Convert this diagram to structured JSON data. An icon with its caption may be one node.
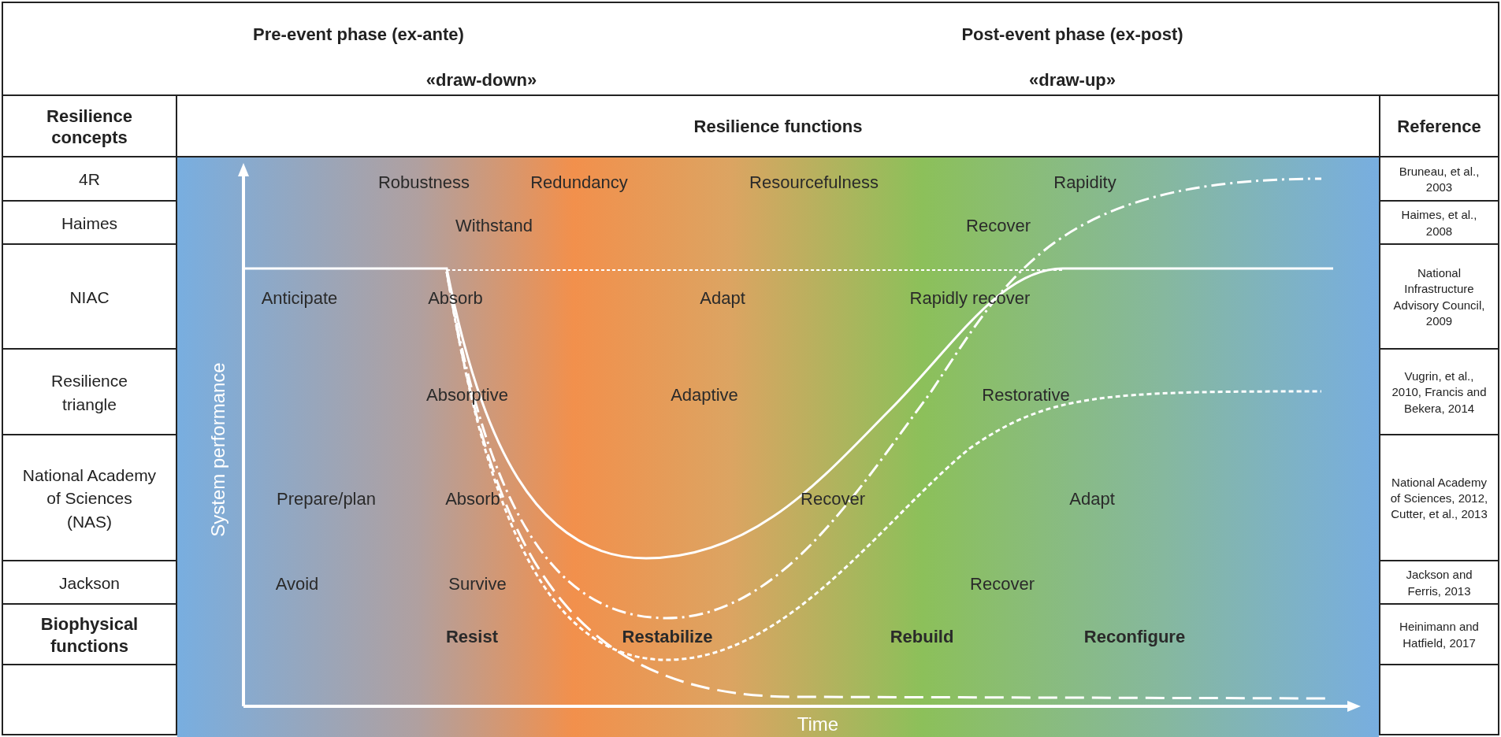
{
  "diagram": {
    "labels": [
      "Pre-event phase (ex-ante)",
      "Post-event phase (ex-post)",
      "«draw-down»",
      "«draw-up»",
      "Resilience concepts",
      "Resilience functions",
      "Reference",
      "4R",
      "Robustness",
      "Redundancy",
      "Resourcefulness",
      "Rapidity",
      "Bruneau, et al., 2003",
      "Haimes",
      "Withstand",
      "Recover",
      "Haimes, et al., 2008",
      "NIAC",
      "Anticipate",
      "Absorb",
      "Adapt",
      "Rapidly recover",
      "National Infrastructure Advisory Council, 2009",
      "Resilience triangle",
      "Absorptive",
      "Adaptive",
      "Restorative",
      "Vugrin, et al., 2010, Francis and Bekera, 2014",
      "National Academy of Sciences (NAS)",
      "Prepare/plan",
      "Absorb",
      "Recover",
      "Adapt",
      "National Academy of Sciences, 2012, Cutter, et al., 2013",
      "Jackson",
      "Avoid",
      "Survive",
      "Recover",
      "Jackson and Ferris, 2013",
      "Biophysical functions",
      "Resist",
      "Restabilize",
      "Rebuild",
      "Reconfigure",
      "Heinimann and Hatfield, 2017",
      "System performance",
      "Time"
    ]
  }
}
